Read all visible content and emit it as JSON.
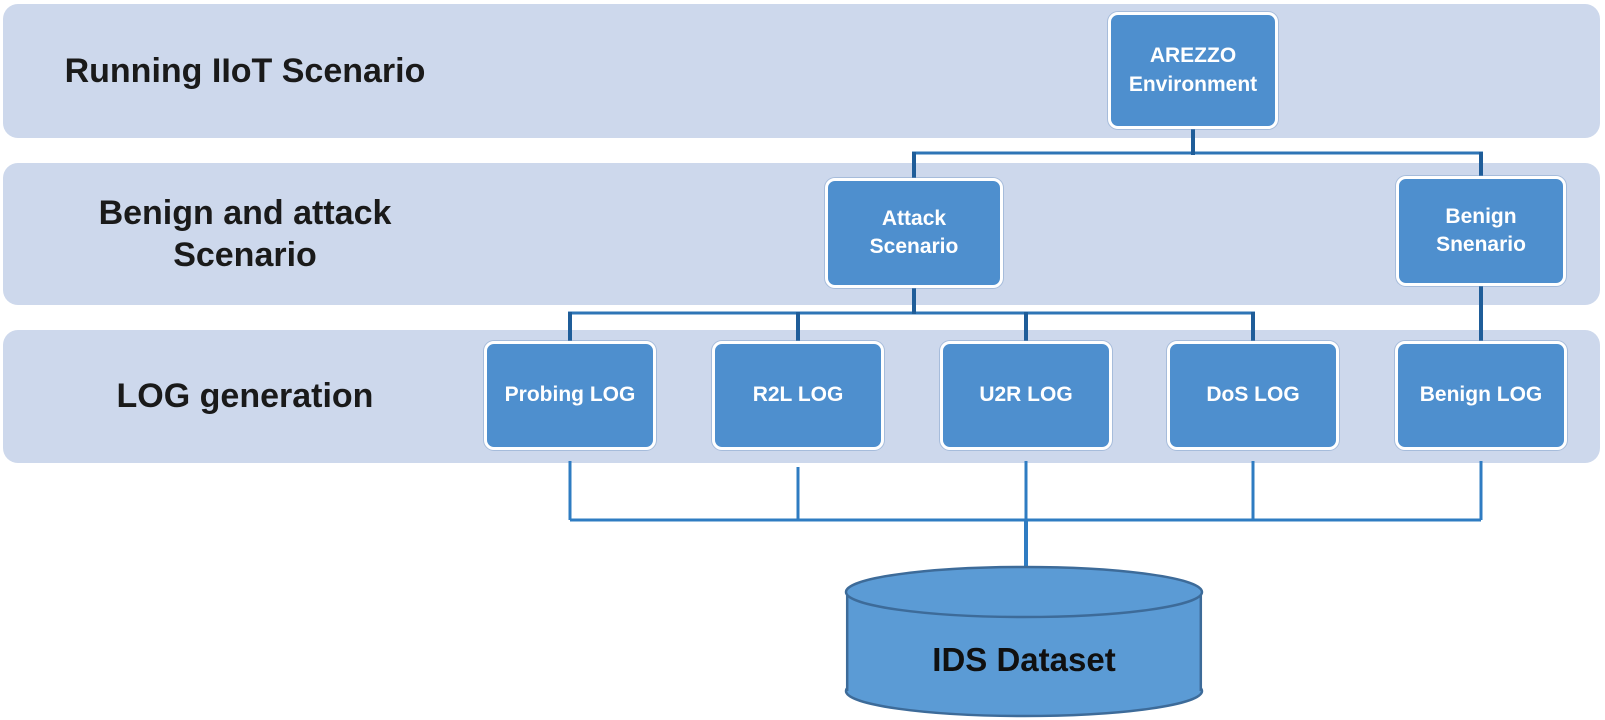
{
  "diagram": {
    "bands": [
      {
        "label": "Running IIoT Scenario"
      },
      {
        "label": "Benign and attack\nScenario"
      },
      {
        "label": "LOG generation"
      }
    ],
    "nodes": {
      "arezzo": "AREZZO\nEnvironment",
      "attack": "Attack\nScenario",
      "benign": "Benign\nSnenario",
      "probing_log": "Probing LOG",
      "r2l_log": "R2L LOG",
      "u2r_log": "U2R LOG",
      "dos_log": "DoS LOG",
      "benign_log": "Benign LOG"
    },
    "dataset_label": "IDS Dataset",
    "colors": {
      "band_fill": "#cdd8ec",
      "node_fill": "#4e8fce",
      "node_border": "#ffffff",
      "node_text": "#ffffff",
      "band_text": "#1a1a1a",
      "connector": "#2e75b6",
      "connector_dark": "#1f5d99",
      "connector_bright": "#2f7cc2",
      "cylinder_fill": "#5b9bd5",
      "cylinder_stroke": "#3d6b99"
    }
  }
}
